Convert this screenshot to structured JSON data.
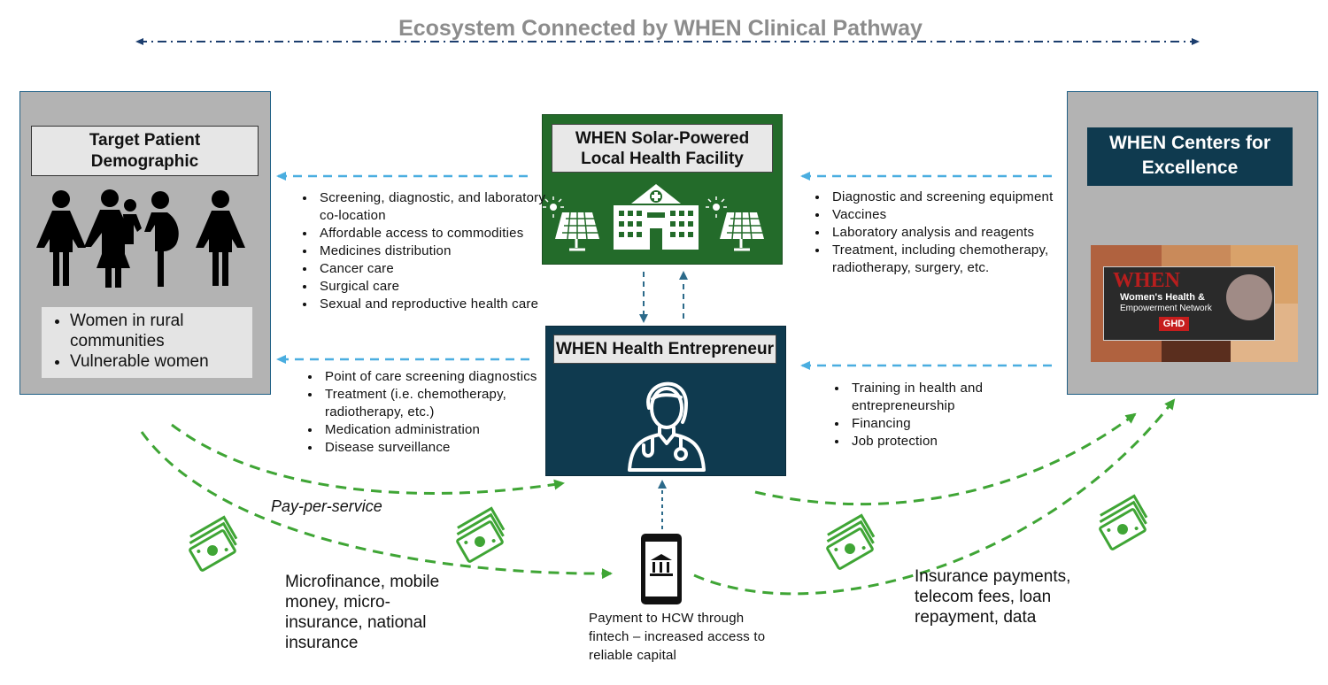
{
  "title": "Ecosystem Connected by WHEN Clinical Pathway",
  "patient": {
    "heading": "Target Patient Demographic",
    "bullets": [
      "Women in rural communities",
      "Vulnerable women"
    ]
  },
  "facility": {
    "heading": "WHEN Solar-Powered Local Health Facility",
    "services": [
      "Screening, diagnostic, and laboratory co-location",
      "Affordable access to commodities",
      "Medicines distribution",
      "Cancer care",
      "Surgical care",
      "Sexual and reproductive health care"
    ]
  },
  "entrepreneur": {
    "heading": "WHEN Health Entrepreneur",
    "services": [
      "Point of care screening diagnostics",
      "Treatment (i.e. chemotherapy, radiotherapy, etc.)",
      "Medication administration",
      "Disease surveillance"
    ]
  },
  "coe": {
    "heading": "WHEN Centers for Excellence",
    "image": {
      "brand": "WHEN",
      "line1": "Women's Health &",
      "line2": "Empowerment Network",
      "badge": "GHD"
    },
    "supplies": [
      "Diagnostic and screening equipment",
      "Vaccines",
      "Laboratory analysis and reagents",
      "Treatment, including chemotherapy, radiotherapy, surgery, etc."
    ],
    "support": [
      "Training in health and entrepreneurship",
      "Financing",
      "Job protection"
    ]
  },
  "payments": {
    "pay_per_service": "Pay-per-service",
    "left_caption": "Microfinance, mobile money, micro-insurance, national insurance",
    "center_caption": "Payment to HCW through fintech – increased access to reliable capital",
    "right_caption": "Insurance payments, telecom fees, loan repayment, data"
  },
  "colors": {
    "title": "#8c8c8c",
    "facility_green": "#236b2a",
    "navy": "#0f3a4f",
    "panel_grey": "#b3b3b3",
    "arrow_blue": "#4aaee0",
    "money_green": "#3fa535"
  },
  "icons": [
    "woman-icon",
    "mother-child-icon",
    "pregnant-woman-icon",
    "hospital-icon",
    "solar-panel-icon",
    "doctor-icon",
    "phone-bank-icon",
    "money-icon"
  ]
}
